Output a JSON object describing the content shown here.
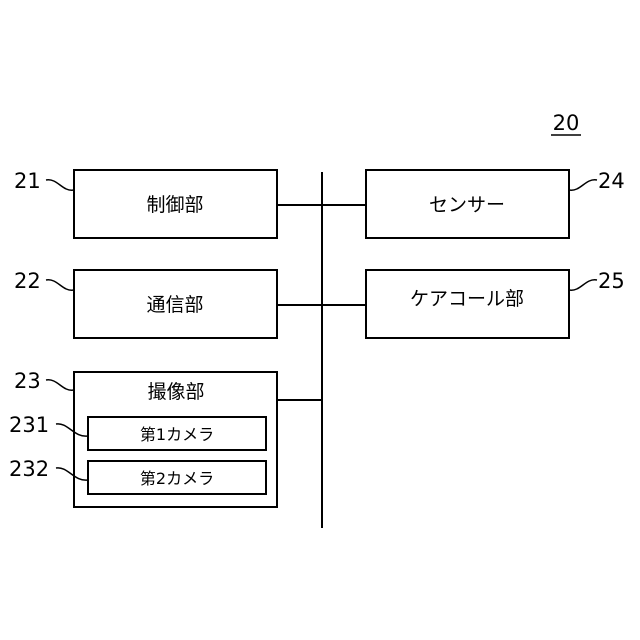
{
  "figure_number": "20",
  "blocks": {
    "control": {
      "ref": "21",
      "label": "制御部"
    },
    "communication": {
      "ref": "22",
      "label": "通信部"
    },
    "imaging": {
      "ref": "23",
      "label": "撮像部"
    },
    "camera1": {
      "ref": "231",
      "label": "第1カメラ"
    },
    "camera2": {
      "ref": "232",
      "label": "第2カメラ"
    },
    "sensor": {
      "ref": "24",
      "label": "センサー"
    },
    "care_call": {
      "ref": "25",
      "label": "ケアコール部"
    }
  }
}
